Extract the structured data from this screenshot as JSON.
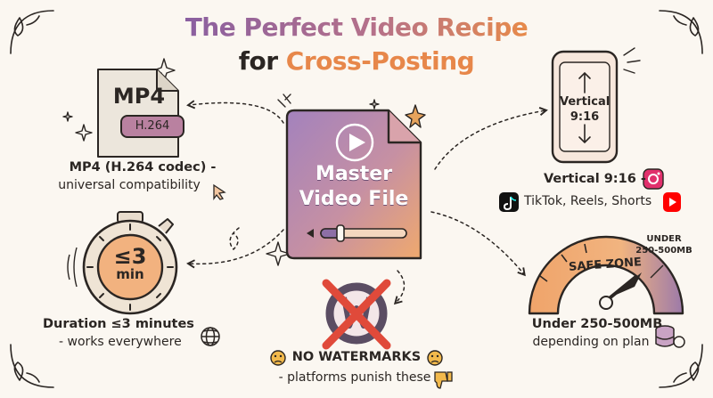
{
  "title": {
    "line1": "The Perfect Video Recipe",
    "line2_a": "for",
    "line2_b": "Cross-Posting"
  },
  "center": {
    "line1": "Master",
    "line2": "Video File"
  },
  "mp4": {
    "file_label": "MP4",
    "codec_tag": "H.264",
    "caption_bold": "MP4 (H.264 codec) -",
    "caption": "universal compatibility"
  },
  "vertical": {
    "phone_line1": "Vertical",
    "phone_line2": "9:16",
    "caption_bold": "Vertical 9:16 -",
    "caption": "TikTok, Reels, Shorts"
  },
  "duration": {
    "stopwatch_line1": "≤3",
    "stopwatch_line2": "min",
    "caption_bold": "Duration ≤3 minutes",
    "caption": "- works everywhere"
  },
  "watermark": {
    "caption_bold": "NO WATERMARKS",
    "caption": "- platforms punish these"
  },
  "size": {
    "gauge_label": "SAFE ZONE",
    "gauge_note_line1": "UNDER",
    "gauge_note_line2": "250-500MB",
    "caption_bold": "Under 250-500MB",
    "caption": "depending on plan"
  },
  "icons": {
    "globe": "globe-icon",
    "database": "database-icon",
    "instagram": "instagram-icon",
    "tiktok": "tiktok-icon",
    "youtube_shorts": "youtube-shorts-icon",
    "thumbs_down": "thumbs-down-icon",
    "sad_face": "sad-face-icon",
    "play": "play-icon"
  },
  "colors": {
    "title_purple": "#8a5fa0",
    "title_orange": "#e78a4a",
    "center_purple": "#a07ab8",
    "center_orange": "#eea66d",
    "accent_red": "#e04a3a",
    "ink": "#2b2623"
  }
}
